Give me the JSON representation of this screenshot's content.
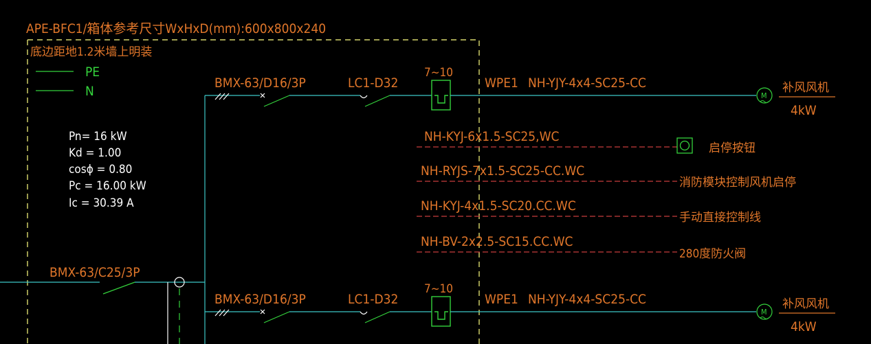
{
  "colors": {
    "background": "#000000",
    "orange": "#e0762a",
    "white": "#ffffff",
    "green": "#34d23c",
    "cyan": "#3cc8c8",
    "yellow": "#ffff80",
    "red": "#c83c3c"
  },
  "panel": {
    "title": "APE-BFC1/箱体参考尺寸WxHxD(mm):600x800x240",
    "mount_note": "底边距地1.2米墙上明装"
  },
  "legend": {
    "pe_label": "PE",
    "n_label": "N"
  },
  "load_calc": {
    "pn": "Pn= 16 kW",
    "kd": "Kd = 1.00",
    "cos": "cosϕ = 0.80",
    "pc": "Pc = 16.00 kW",
    "ic": "Ic = 30.39 A"
  },
  "main_breaker": "BMX-63/C25/3P",
  "circuits": [
    {
      "breaker": "BMX-63/D16/3P",
      "contactor": "LC1-D32",
      "relay_range": "7~10",
      "circuit_id": "WPE1",
      "cable": "NH-YJY-4x4-SC25-CC",
      "load_name": "补风风机",
      "load_power": "4kW"
    },
    {
      "breaker": "BMX-63/D16/3P",
      "contactor": "LC1-D32",
      "relay_range": "7~10",
      "circuit_id": "WPE1",
      "cable": "NH-YJY-4x4-SC25-CC",
      "load_name": "补风风机",
      "load_power": "4kW"
    }
  ],
  "control_lines": [
    {
      "cable": "NH-KYJ-6x1.5-SC25,WC",
      "target": "启停按钮"
    },
    {
      "cable": "NH-RYJS-7x1.5-SC25-CC.WC",
      "target": "消防模块控制风机启停"
    },
    {
      "cable": "NH-KYJ-4x1.5-SC20.CC.WC",
      "target": "手动直接控制线"
    },
    {
      "cable": "NH-BV-2x2.5-SC15.CC.WC",
      "target": "280度防火阀"
    }
  ],
  "motor_symbol": "M"
}
